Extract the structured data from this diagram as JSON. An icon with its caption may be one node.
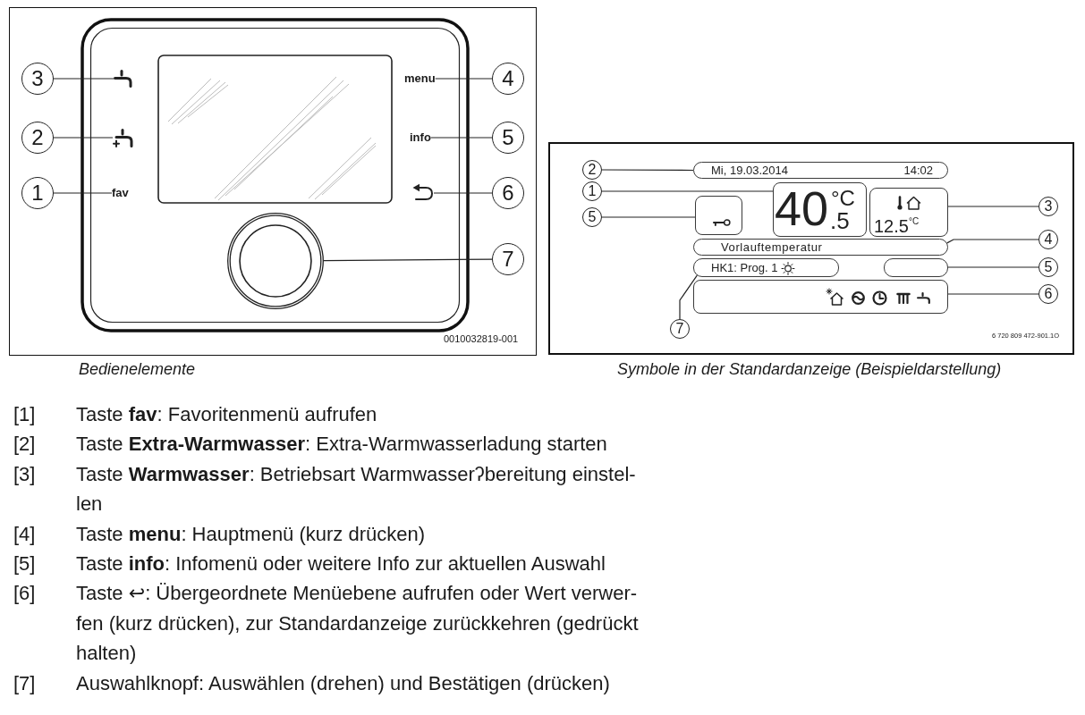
{
  "diagram": {
    "nodes": [
      {
        "text": [
          "3"
        ]
      },
      {
        "text": [],
        "shape": "picture"
      },
      {
        "text": [
          "menu"
        ]
      },
      {
        "text": [
          "4"
        ]
      },
      {
        "text": [
          "2"
        ]
      },
      {
        "text": [],
        "shape": "picture"
      },
      {
        "text": [
          "info"
        ]
      },
      {
        "text": [
          "5"
        ]
      },
      {
        "text": [
          "1"
        ]
      },
      {
        "text": [
          "fav"
        ]
      },
      {
        "text": [],
        "shape": "picture"
      },
      {
        "text": [
          "6"
        ]
      },
      {
        "text": [],
        "shape": "circle"
      },
      {
        "text": [
          "7"
        ]
      },
      {
        "text": [
          "2"
        ]
      },
      {
        "text": [
          "Mi, 19.03.2014",
          "14:02"
        ]
      },
      {
        "text": [
          "1"
        ]
      },
      {
        "text": [
          "40",
          "°C",
          ".5"
        ]
      },
      {
        "text": [
          "5"
        ]
      },
      {
        "text": [],
        "shape": "box"
      },
      {
        "text": [
          "12.5$^{°C}$"
        ]
      },
      {
        "text": [
          "3"
        ]
      },
      {
        "text": [
          "Vorlauftemperatur"
        ]
      },
      {
        "text": [
          "4"
        ]
      },
      {
        "text": [
          "HK1: Prog. 1"
        ]
      },
      {
        "text": [],
        "shape": "box"
      },
      {
        "text": [
          "5"
        ]
      },
      {
        "text": [],
        "shape": "box"
      },
      {
        "text": [
          "6"
        ]
      },
      {
        "text": [
          "7"
        ]
      }
    ],
    "edges": [
      {
        "from": 0,
        "to": 1,
        "arrow": "none"
      },
      {
        "from": 3,
        "to": 2,
        "arrow": "none"
      },
      {
        "from": 4,
        "to": 5,
        "arrow": "none"
      },
      {
        "from": 7,
        "to": 6,
        "arrow": "none"
      },
      {
        "from": 8,
        "to": 9,
        "arrow": "none"
      },
      {
        "from": 11,
        "to": 10,
        "arrow": "none"
      },
      {
        "from": 13,
        "to": 12,
        "arrow": "none"
      },
      {
        "from": 14,
        "to": 15,
        "arrow": "none"
      },
      {
        "from": 16,
        "to": 17,
        "arrow": "none"
      },
      {
        "from": 18,
        "to": 19,
        "arrow": "none"
      },
      {
        "from": 21,
        "to": 20,
        "arrow": "none"
      },
      {
        "from": 23,
        "to": 22,
        "arrow": "none"
      },
      {
        "from": 26,
        "to": 25,
        "arrow": "none"
      },
      {
        "from": 28,
        "to": 27,
        "arrow": "none"
      },
      {
        "from": 29,
        "to": 24,
        "arrow": "none"
      }
    ],
    "labels": [
      "0010032819-001",
      "Bedienelemente",
      "6 720 809 472-901.1O",
      "Symbole in der Standardanzeige (Beispieldarstellung)",
      "[1]",
      "Taste **fav**: Favoritenmenü aufrufen",
      "[2]",
      "Taste **Extra-Warmwasser**: Extra-Warmwasserladung starten",
      "[3]",
      "Taste **Warmwasser**: Betriebsart Warmwasserʔbereitung einstel- len",
      "[4]",
      "Taste **menu**: Hauptmenü (kurz drücken)",
      "[5]",
      "Taste **info**: Infomenü oder weitere Info zur aktuellen Auswahl",
      "[6]",
      "Taste ↩: Übergeordnete Menüebene aufrufen oder Wert verwer- fen (kurz drücken), zur Standardanzeige zurückkehren (gedrückt halten)",
      "[7]",
      "Auswahlknopf: Auswählen (drehen) und Bestätigen (drücken)"
    ]
  }
}
